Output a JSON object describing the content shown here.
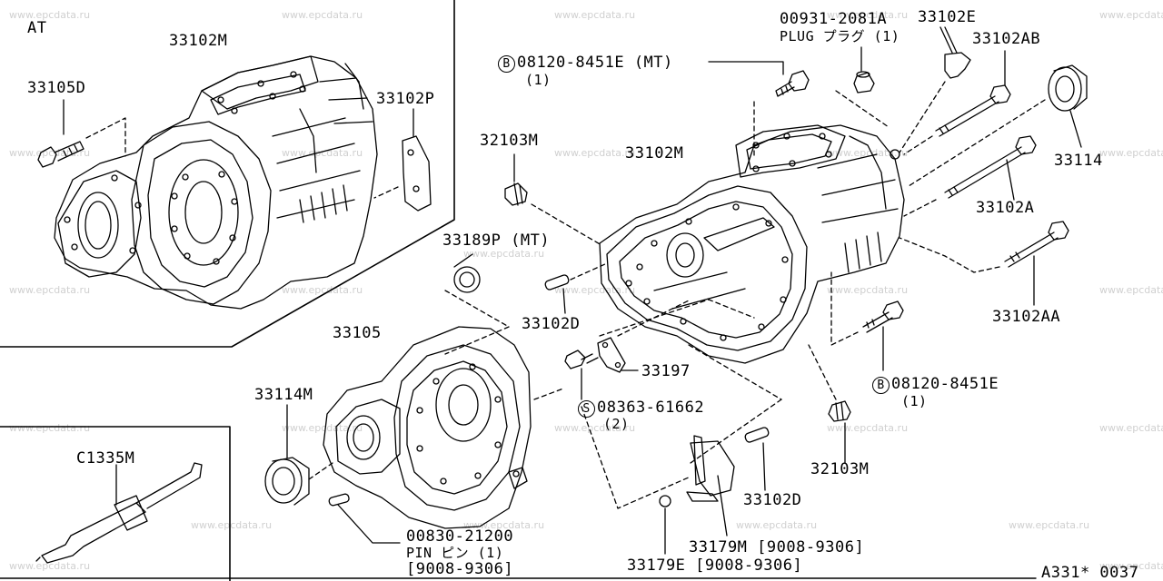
{
  "section_label": "AT",
  "watermark": "www.epcdata.ru",
  "footer_code": "A331* 0037",
  "labels": {
    "p33102M_at": "33102M",
    "p33105D": "33105D",
    "p33102P": "33102P",
    "p32103M_top": "32103M",
    "p33189P": "33189P (MT)",
    "p33105": "33105",
    "p33114M": "33114M",
    "pC1335M": "C1335M",
    "p00830_num": "00830-21200",
    "p00830_name": "PIN ピン (1)",
    "p00830_date": "[9008-9306]",
    "bolt_top_num": "08120-8451E (MT)",
    "bolt_top_qty": "(1)",
    "bolt_top_prefix": "B",
    "plug_num": "00931-2081A",
    "plug_name": "PLUG プラグ (1)",
    "p33102E": "33102E",
    "p33102AB": "33102AB",
    "p33114": "33114",
    "p33102M_mt": "33102M",
    "p33102A": "33102A",
    "p33102AA": "33102AA",
    "p33102D_left": "33102D",
    "p33197": "33197",
    "screw_num": "08363-61662",
    "screw_qty": "(2)",
    "screw_prefix": "S",
    "bolt_bot_num": "08120-8451E",
    "bolt_bot_qty": "(1)",
    "bolt_bot_prefix": "B",
    "p32103M_bot": "32103M",
    "p33102D_right": "33102D",
    "p33179M": "33179M [9008-9306]",
    "p33179E": "33179E [9008-9306]"
  }
}
